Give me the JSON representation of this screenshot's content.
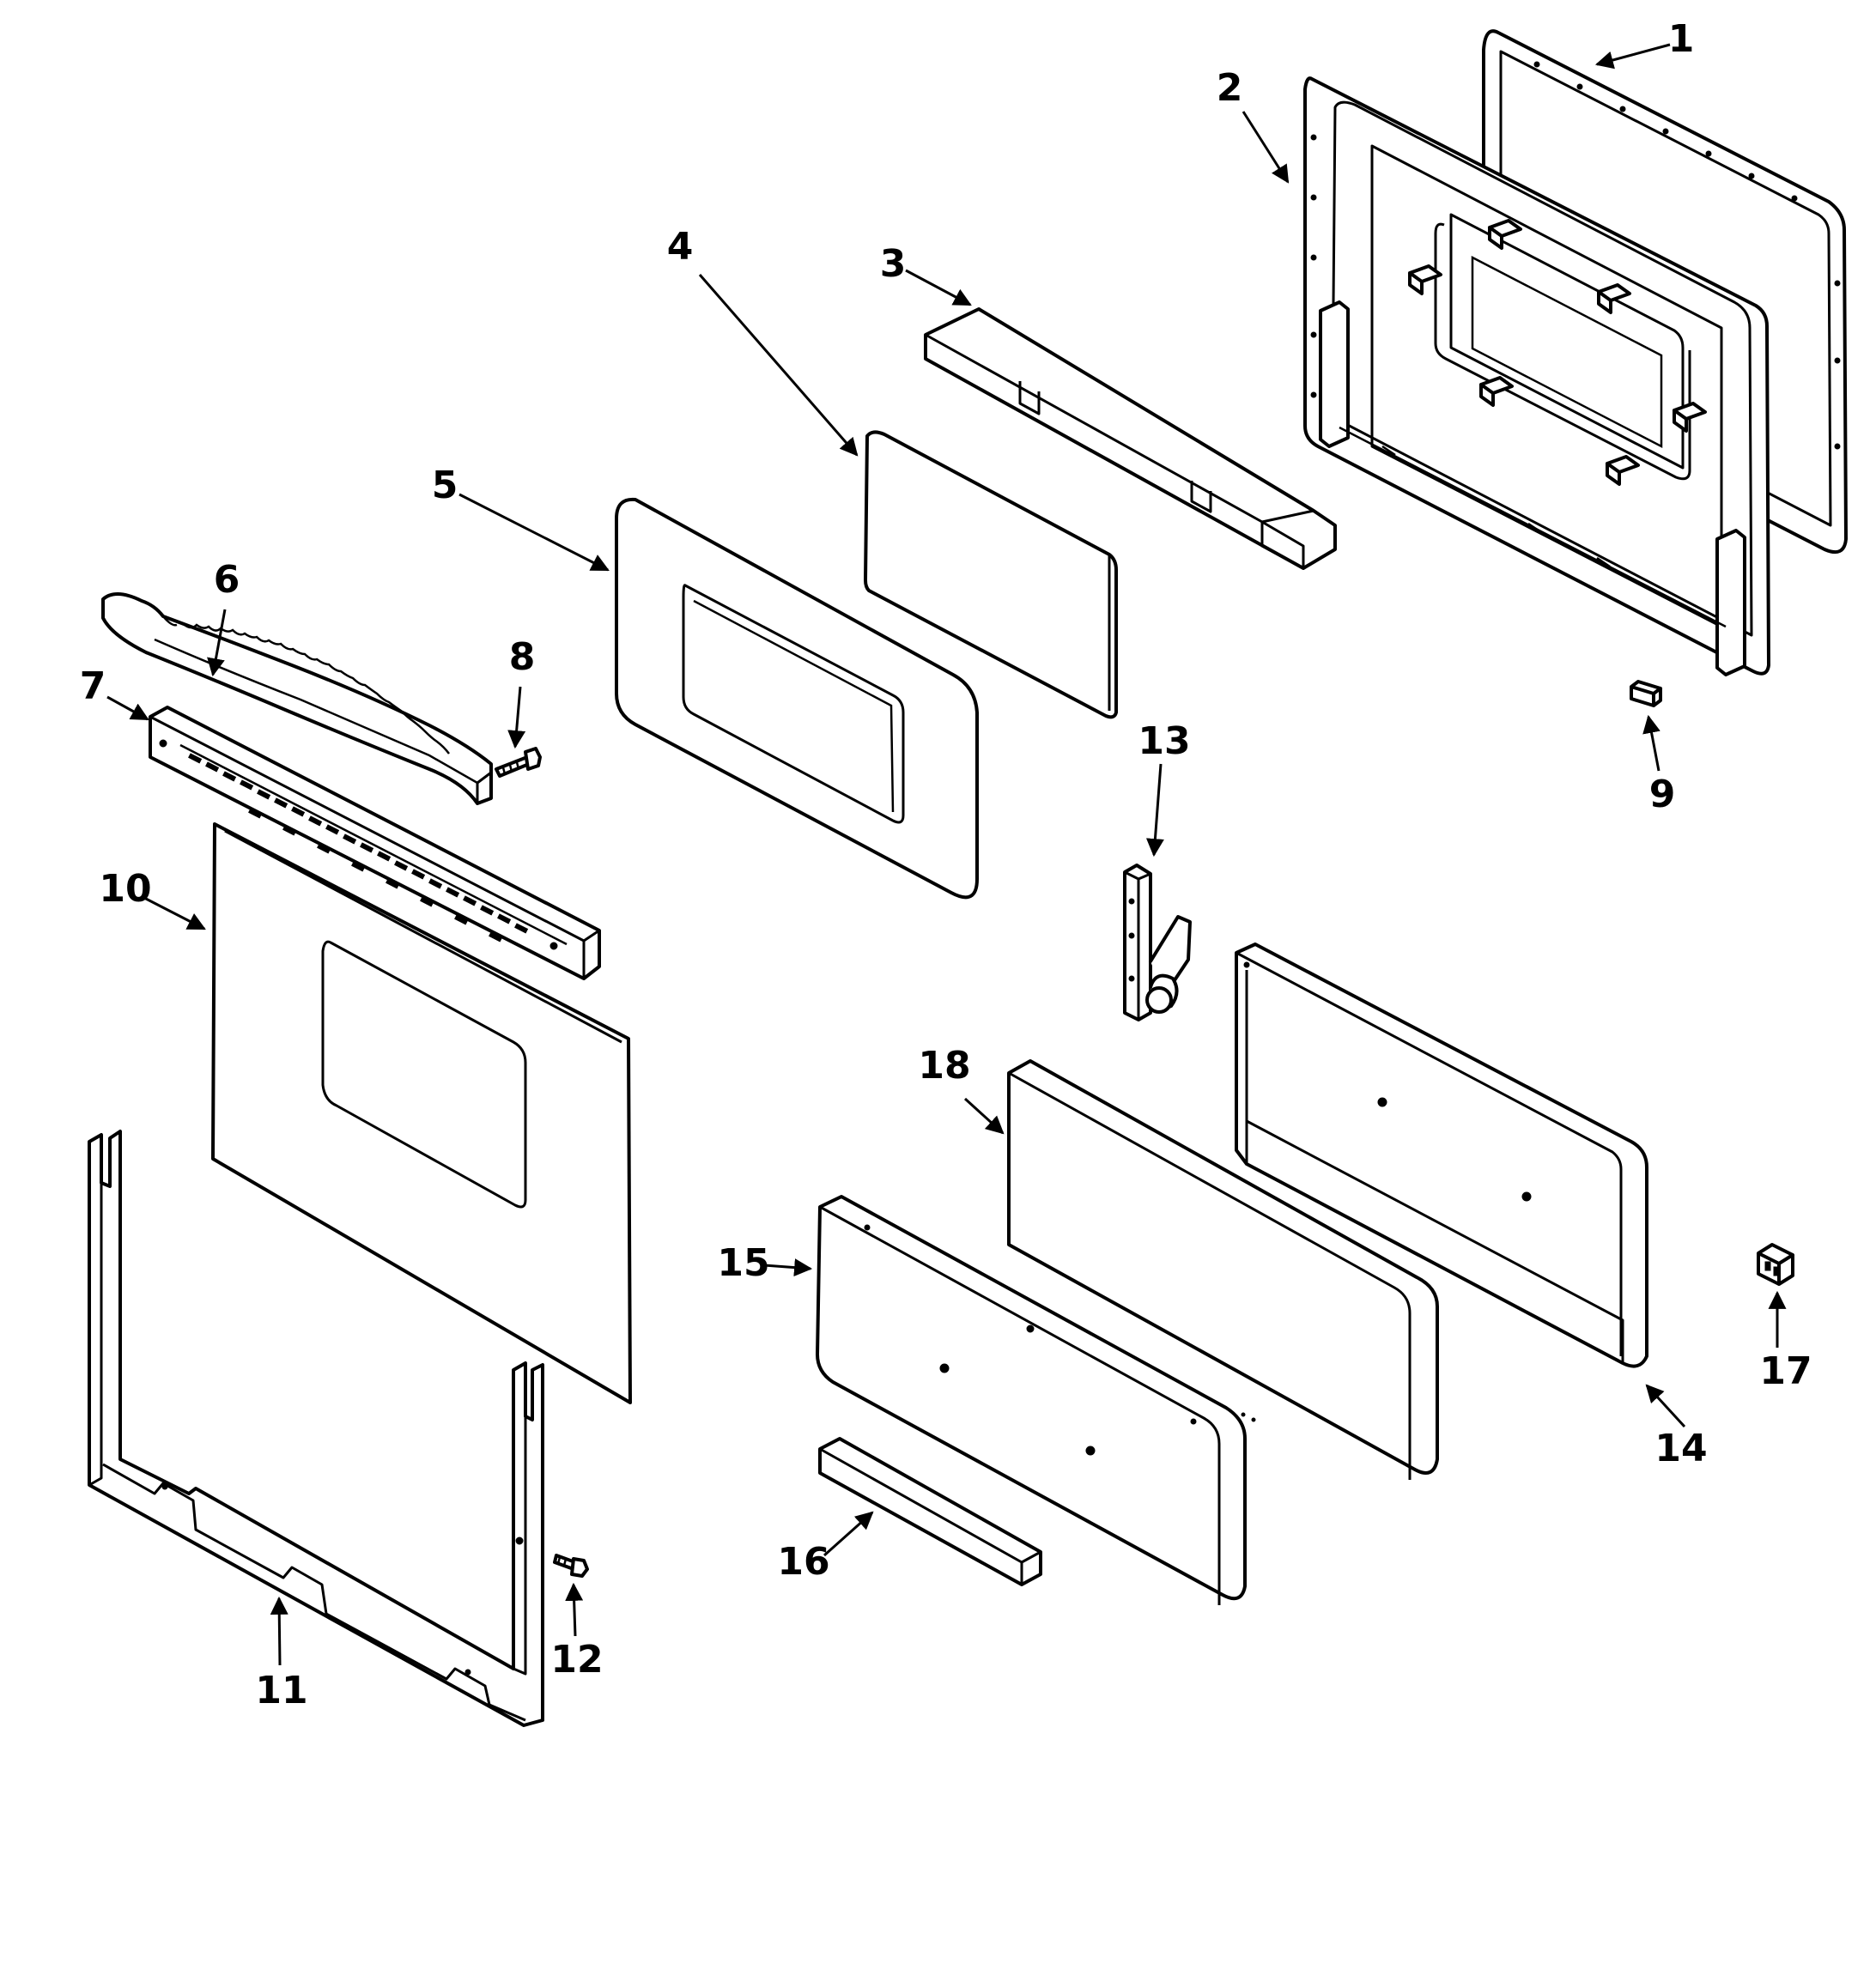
{
  "colors": {
    "line": "#000000",
    "background": "#ffffff"
  },
  "callouts": [
    {
      "id": "1",
      "label": "1"
    },
    {
      "id": "2",
      "label": "2"
    },
    {
      "id": "3",
      "label": "3"
    },
    {
      "id": "4",
      "label": "4"
    },
    {
      "id": "5",
      "label": "5"
    },
    {
      "id": "6",
      "label": "6"
    },
    {
      "id": "7",
      "label": "7"
    },
    {
      "id": "8",
      "label": "8"
    },
    {
      "id": "9",
      "label": "9"
    },
    {
      "id": "10",
      "label": "10"
    },
    {
      "id": "11",
      "label": "11"
    },
    {
      "id": "12",
      "label": "12"
    },
    {
      "id": "13",
      "label": "13"
    },
    {
      "id": "14",
      "label": "14"
    },
    {
      "id": "15",
      "label": "15"
    },
    {
      "id": "16",
      "label": "16"
    },
    {
      "id": "17",
      "label": "17"
    },
    {
      "id": "18",
      "label": "18"
    }
  ]
}
